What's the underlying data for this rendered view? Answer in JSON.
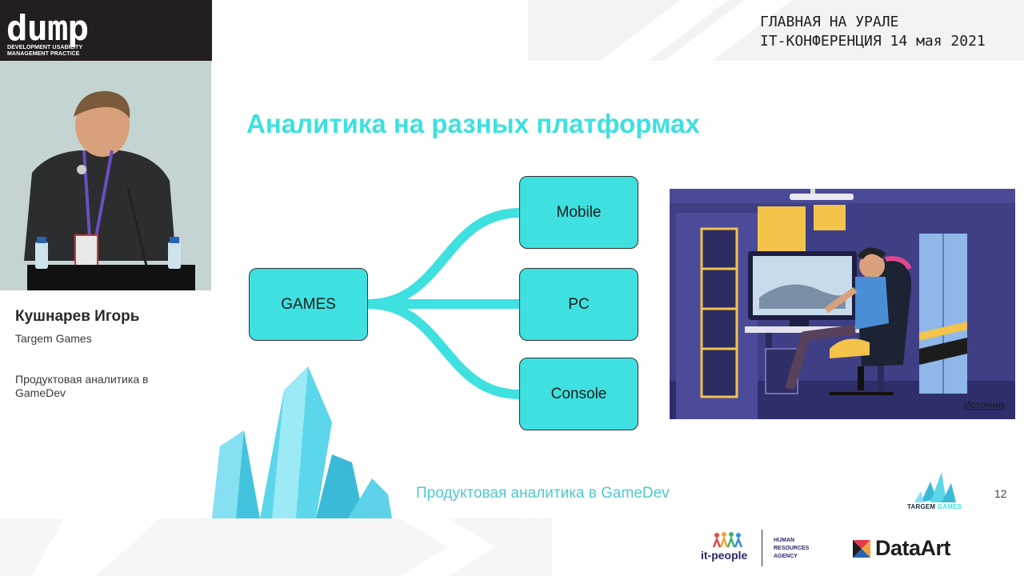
{
  "brand": {
    "name": "dump",
    "subtitle_line1": "DEVELOPMENT USABILITY",
    "subtitle_line2": "MANAGEMENT PRACTICE"
  },
  "conference": {
    "line1": "ГЛАВНАЯ НА УРАЛЕ",
    "line2": "IT-КОНФЕРЕНЦИЯ 14 мая 2021"
  },
  "speaker": {
    "name": "Кушнарев Игорь",
    "company": "Targem Games",
    "talk_title": "Продуктовая аналитика в GameDev"
  },
  "slide": {
    "title": "Аналитика на разных платформах",
    "nodes": {
      "root": "GAMES",
      "mobile": "Mobile",
      "pc": "PC",
      "console": "Console"
    },
    "image_source_label": "Источник",
    "footer": "Продуктовая аналитика в GameDev",
    "page_number": "12",
    "logo_text_dark": "TARGEM",
    "logo_text_accent": "GAMES"
  },
  "sponsors": {
    "itpeople": "it-people",
    "hr_line1": "HUMAN",
    "hr_line2": "RESOURCES",
    "hr_line3": "AGENCY",
    "dataart": "DataArt"
  },
  "colors": {
    "accent": "#3ee0e0",
    "footer_text": "#4fc9cf",
    "brand_bg": "#231f20"
  }
}
